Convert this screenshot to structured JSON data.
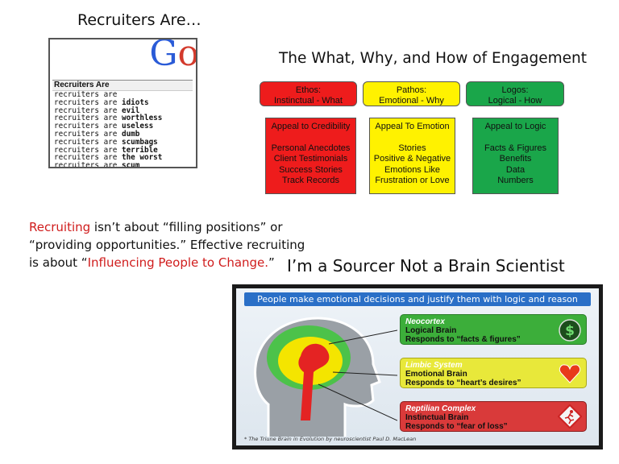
{
  "title": "Recruiters Are…",
  "google": {
    "logo_text_1": "G",
    "logo_text_2": "o",
    "header": "Recruiters Are",
    "rows": [
      {
        "prefix": "recruiters are",
        "suffix": ""
      },
      {
        "prefix": "recruiters are",
        "suffix": "idiots"
      },
      {
        "prefix": "recruiters are",
        "suffix": "evil"
      },
      {
        "prefix": "recruiters are",
        "suffix": "worthless"
      },
      {
        "prefix": "recruiters are",
        "suffix": "useless"
      },
      {
        "prefix": "recruiters are",
        "suffix": "dumb"
      },
      {
        "prefix": "recruiters are",
        "suffix": "scumbags"
      },
      {
        "prefix": "recruiters are",
        "suffix": "terrible"
      },
      {
        "prefix": "recruiters are",
        "suffix": "the worst"
      },
      {
        "prefix": "recruiters are",
        "suffix": "scum"
      }
    ]
  },
  "engagement": {
    "title": "The What, Why, and How of Engagement",
    "cards": [
      {
        "head_line1": "Ethos:",
        "head_line2": "Instinctual - What",
        "body_title": "Appeal to Credibility",
        "body_lines": [
          "Personal Anecdotes",
          "Client Testimonials",
          "Success Stories",
          "Track Records"
        ],
        "color": "#ee1c1c"
      },
      {
        "head_line1": "Pathos:",
        "head_line2": "Emotional - Why",
        "body_title": "Appeal To Emotion",
        "body_lines": [
          "Stories",
          "Positive & Negative",
          "Emotions Like",
          "Frustration or Love"
        ],
        "color": "#fff200"
      },
      {
        "head_line1": "Logos:",
        "head_line2": "Logical - How",
        "body_title": "Appeal to Logic",
        "body_lines": [
          "Facts & Figures",
          "Benefits",
          "Data",
          "Numbers"
        ],
        "color": "#1aa64a"
      }
    ]
  },
  "recruiting_text": {
    "part1": "Recruiting",
    "part2": " isn’t about “filling positions” or",
    "line2": "“providing opportunities.”  Effective recruiting",
    "part3": "is about “",
    "part4": "Influencing People to Change.",
    "part5": "”"
  },
  "sourcer_title": "I’m a Sourcer Not a Brain Scientist",
  "brain": {
    "banner": "People make emotional decisions  and justify them with logic and reason",
    "boxes": [
      {
        "system": "Neocortex",
        "line1": "Logical Brain",
        "line2": "Responds to “facts & figures”",
        "color": "#3cae3a"
      },
      {
        "system": "Limbic System",
        "line1": "Emotional Brain",
        "line2": "Responds to “heart’s desires”",
        "color": "#e8e83a"
      },
      {
        "system": "Reptilian Complex",
        "line1": "Instinctual Brain",
        "line2": "Responds to “fear of loss”",
        "color": "#d93a3a"
      }
    ],
    "footnote": "* The Triune Brain in Evolution by neuroscientist Paul D. MacLean",
    "icons": [
      "dollar-icon",
      "heart-icon",
      "running-man-warning-icon"
    ]
  }
}
